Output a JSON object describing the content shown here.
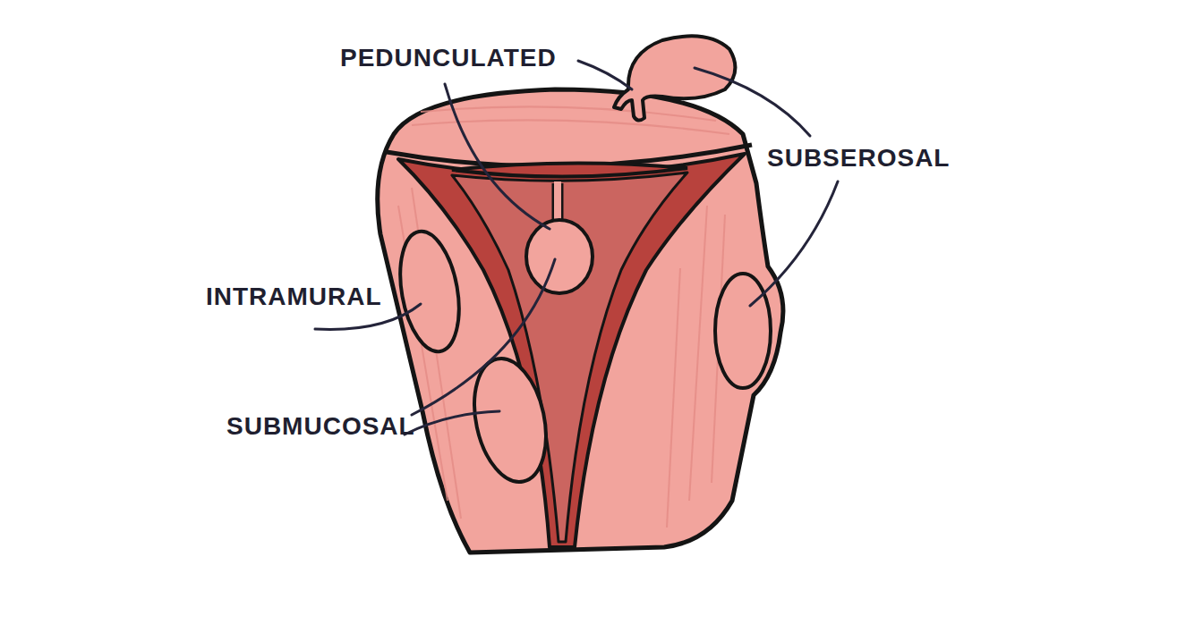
{
  "diagram": {
    "labels": [
      "PEDUNCULATED",
      "SUBSEROSAL",
      "INTRAMURAL",
      "SUBMUCOSAL"
    ]
  }
}
